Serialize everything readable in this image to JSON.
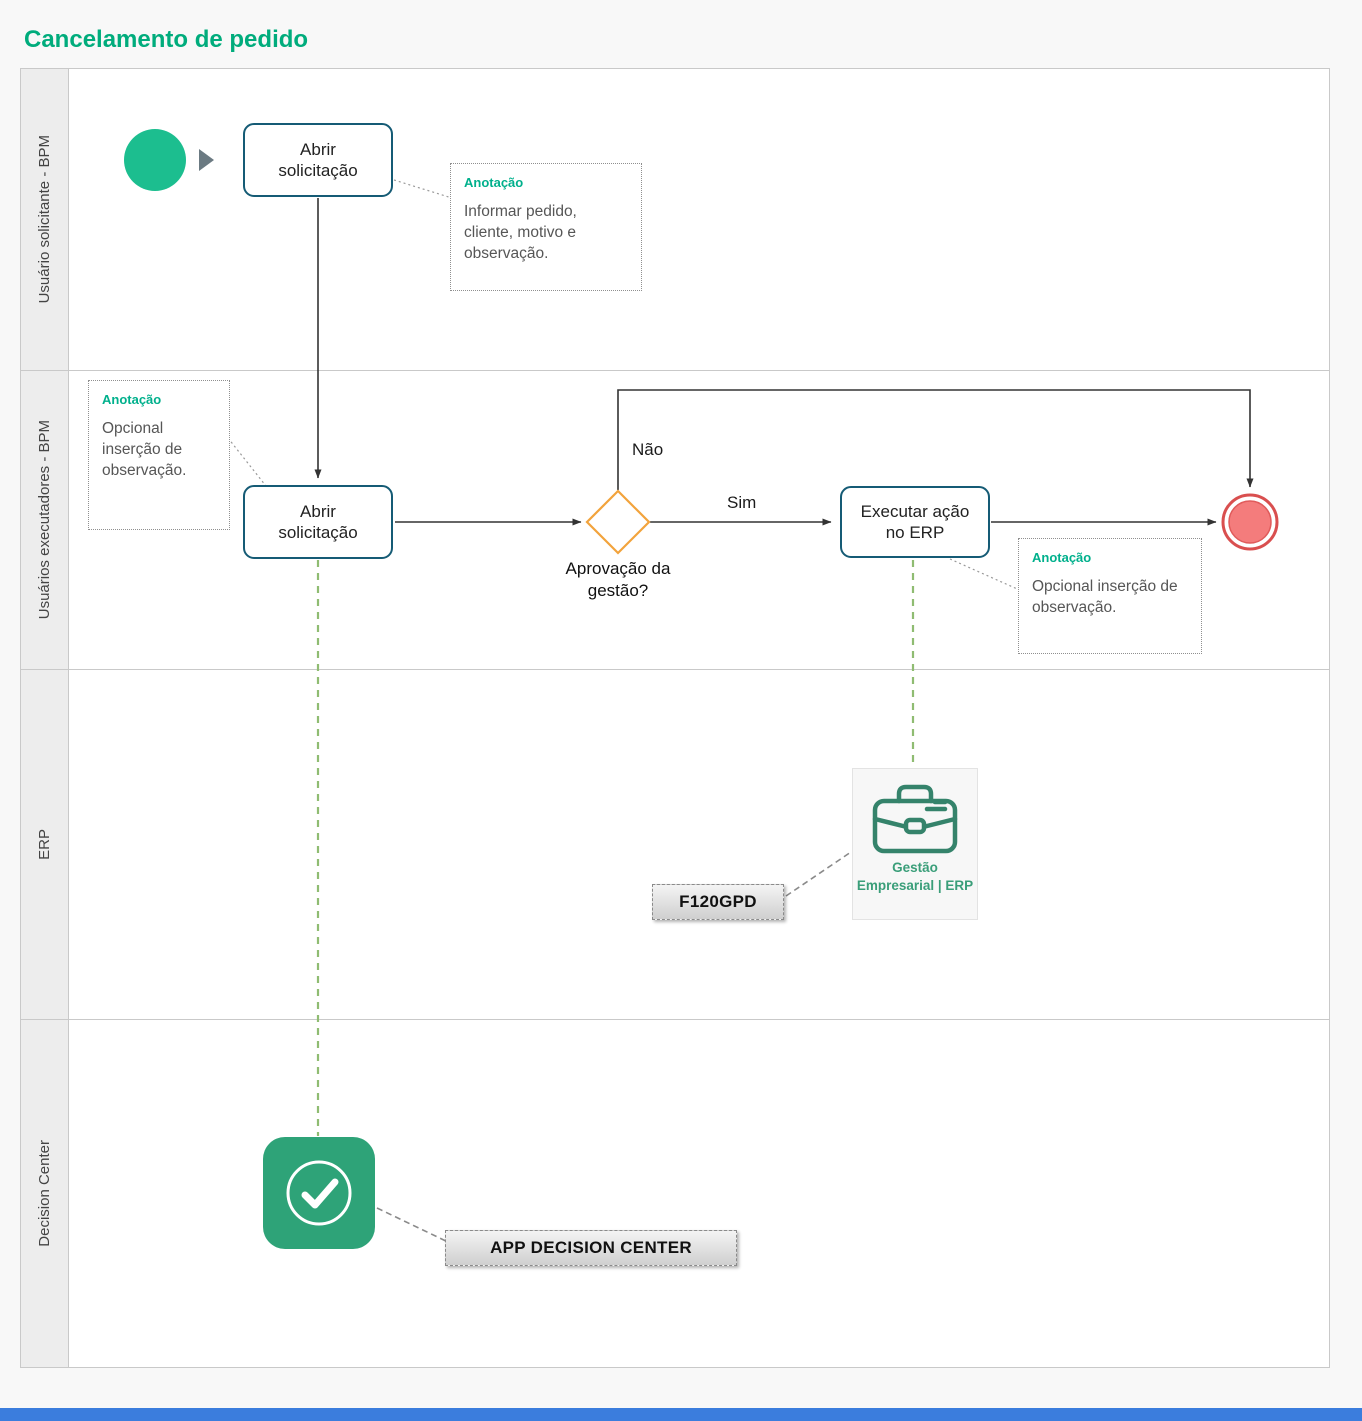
{
  "title": "Cancelamento de pedido",
  "lanes": {
    "lane1": "Usuário solicitante - BPM",
    "lane2": "Usuários executadores - BPM",
    "lane3": "ERP",
    "lane4": "Decision Center"
  },
  "tasks": {
    "task1": "Abrir solicitação",
    "task2": "Abrir solicitação",
    "task3": "Executar ação no ERP"
  },
  "gateway": {
    "question": "Aprovação da gestão?",
    "label_no": "Não",
    "label_yes": "Sim"
  },
  "annotations": {
    "a1": {
      "title": "Anotação",
      "text": "Informar pedido, cliente, motivo e observação."
    },
    "a2": {
      "title": "Anotação",
      "text": "Opcional inserção de observação."
    },
    "a3": {
      "title": "Anotação",
      "text": "Opcional inserção de  observação."
    }
  },
  "erp": {
    "code_label": "F120GPD",
    "icon_caption": "Gestão Empresarial | ERP"
  },
  "decision_center": {
    "app_label": "APP DECISION CENTER"
  },
  "colors": {
    "title_green": "#00AC7C",
    "start_event_green": "#1CBE8F",
    "task_border_blue": "#155B75",
    "gateway_orange": "#F2A33C",
    "end_event_red": "#F47C7C",
    "annotation_teal": "#00B08C",
    "dashed_link_green": "#8FBC72",
    "decision_center_green": "#2EA378",
    "bottom_bar_blue": "#3B7DDD"
  }
}
